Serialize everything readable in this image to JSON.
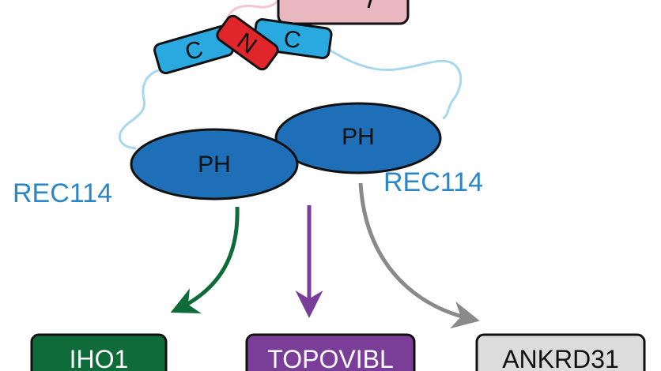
{
  "labels": {
    "rec114_left": "REC114",
    "rec114_right": "REC114",
    "ph_left": "PH",
    "ph_right": "PH",
    "c_left": "C",
    "n_center": "N",
    "c_right": "C"
  },
  "targets": [
    {
      "name": "IHO1",
      "color": "#0f6b3a",
      "text_color": "#ffffff",
      "fill": "#0f6b3a"
    },
    {
      "name": "TOPOVIBL",
      "color": "#7a3d98",
      "text_color": "#ffffff",
      "fill": "#7a3d98"
    },
    {
      "name": "ANKRD31",
      "color": "#8a8a8a",
      "text_color": "#111111",
      "fill": "#dcdcdc"
    }
  ],
  "colors": {
    "ph_domain": "#1f6fb8",
    "c_domain": "#2aa9e0",
    "n_domain": "#e0262b",
    "linker": "#a8d8f0",
    "top_partner": "#e8b7c0",
    "top_linker": "#f3c6d0",
    "rec114_label": "#2b86c5"
  }
}
